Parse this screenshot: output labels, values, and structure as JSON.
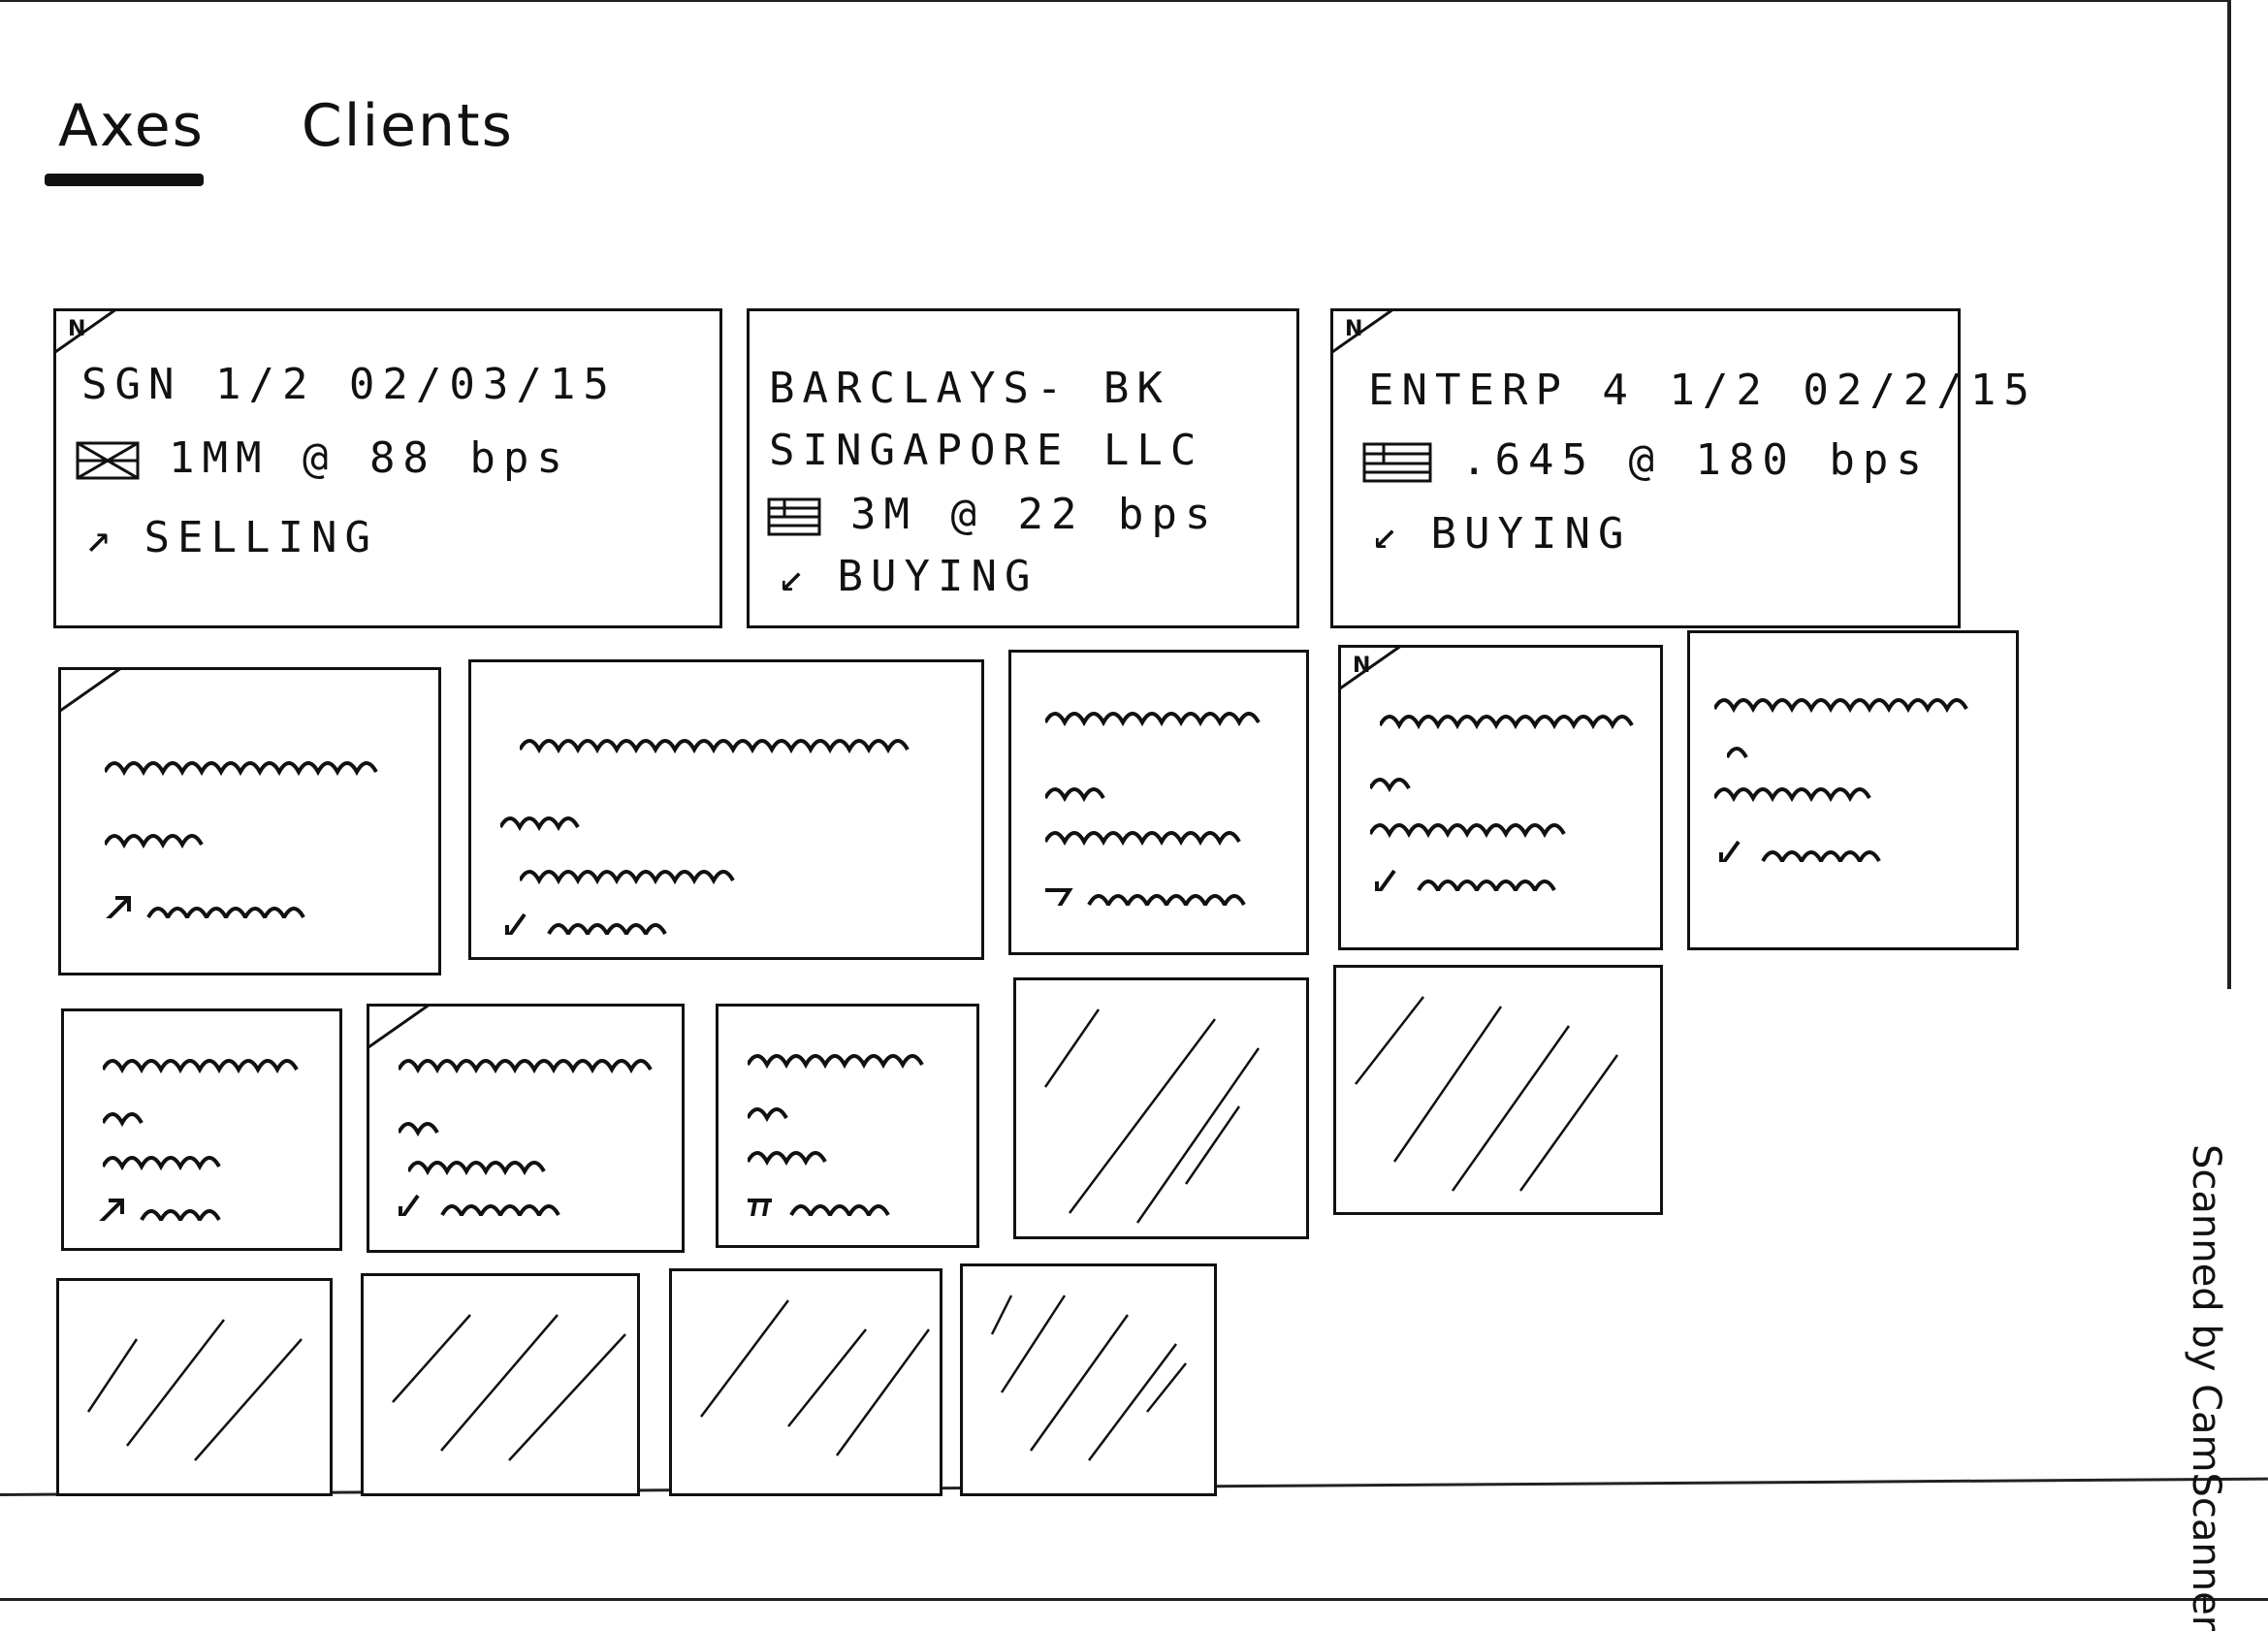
{
  "tabs": [
    {
      "label": "Axes",
      "active": true
    },
    {
      "label": "Clients",
      "active": false
    }
  ],
  "cards": [
    {
      "new": true,
      "new_label": "N",
      "line1": "SGN 1/2 02/03/15",
      "icon": "checked-flag-icon",
      "amount": "1MM @ 88 bps",
      "direction": "SELLING",
      "direction_icon": "arrow-up-right-icon"
    },
    {
      "new": false,
      "line1": "BARCLAYS- BK",
      "line2": "SINGAPORE LLC",
      "icon": "flag-icon",
      "amount": "3M @ 22 bps",
      "direction": "BUYING",
      "direction_icon": "arrow-down-left-icon"
    },
    {
      "new": true,
      "new_label": "N",
      "line1": "ENTERP 4 1/2 02/2/15",
      "icon": "flag-icon",
      "amount": ".645 @ 180 bps",
      "direction": "BUYING",
      "direction_icon": "arrow-down-left-icon"
    }
  ],
  "watermark": "Scanned by CamScanner"
}
